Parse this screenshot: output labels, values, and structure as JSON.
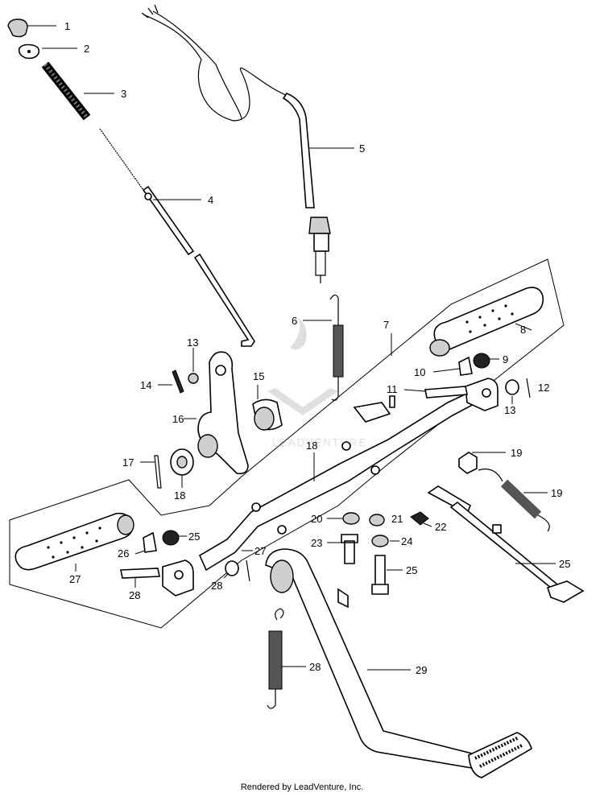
{
  "callouts": [
    {
      "n": "1"
    },
    {
      "n": "2"
    },
    {
      "n": "3"
    },
    {
      "n": "4"
    },
    {
      "n": "5"
    },
    {
      "n": "6"
    },
    {
      "n": "7"
    },
    {
      "n": "8"
    },
    {
      "n": "9"
    },
    {
      "n": "10"
    },
    {
      "n": "11"
    },
    {
      "n": "12"
    },
    {
      "n": "13"
    },
    {
      "n": "13"
    },
    {
      "n": "14"
    },
    {
      "n": "15"
    },
    {
      "n": "16"
    },
    {
      "n": "17"
    },
    {
      "n": "18"
    },
    {
      "n": "18"
    },
    {
      "n": "19"
    },
    {
      "n": "19"
    },
    {
      "n": "20"
    },
    {
      "n": "21"
    },
    {
      "n": "22"
    },
    {
      "n": "23"
    },
    {
      "n": "24"
    },
    {
      "n": "25"
    },
    {
      "n": "25"
    },
    {
      "n": "25"
    },
    {
      "n": "26"
    },
    {
      "n": "27"
    },
    {
      "n": "27"
    },
    {
      "n": "28"
    },
    {
      "n": "28"
    },
    {
      "n": "28"
    },
    {
      "n": "29"
    }
  ],
  "watermark": "LEADVENTURE",
  "footer": "Rendered by LeadVenture, Inc."
}
